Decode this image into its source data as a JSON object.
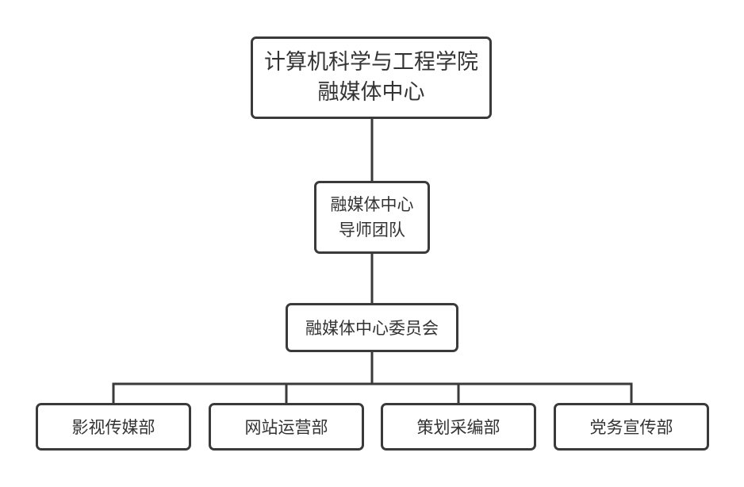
{
  "root": {
    "line1": "计算机科学与工程学院",
    "line2": "融媒体中心"
  },
  "mentor": {
    "line1": "融媒体中心",
    "line2": "导师团队"
  },
  "committee": {
    "label": "融媒体中心委员会"
  },
  "departments": [
    {
      "label": "影视传媒部"
    },
    {
      "label": "网站运营部"
    },
    {
      "label": "策划采编部"
    },
    {
      "label": "党务宣传部"
    }
  ]
}
